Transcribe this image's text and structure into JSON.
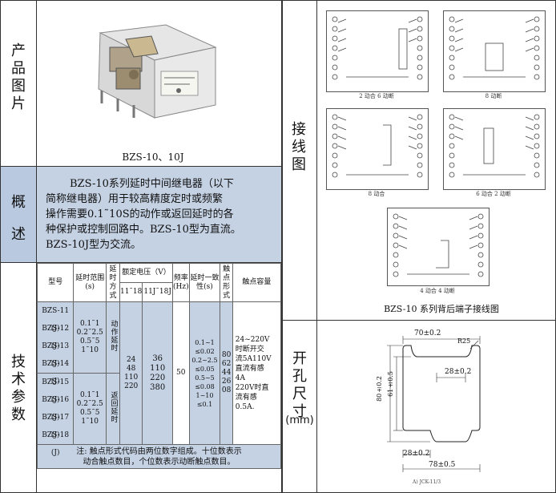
{
  "left": {
    "section_product_image": "产品图片",
    "product_caption": "BZS-10、10J",
    "section_overview": "概述",
    "overview_lines": [
      "BZS-10系列延时中间继电器（以下",
      "简称继电器）用于较高精度定时或频繁",
      "操作需要0.1˜10S的动作或返回延时的各",
      "种保护或控制回路中。BZS-10型为直流。",
      "BZS-10J型为交流。"
    ],
    "section_specs": "技术参数",
    "table": {
      "headers": {
        "model": "型号",
        "delay_range": "延时范围(s)",
        "delay_mode": "延时方式",
        "rated_voltage": "额定电压（V）",
        "voltage_dc": "11˜18",
        "voltage_ac": "11J˜18J",
        "frequency": "频率(Hz)",
        "delay_consistency": "延时一致性(s)",
        "contact_form": "触点形式",
        "contact_capacity": "触点容量"
      },
      "group1": {
        "models": [
          "BZS-11 (J)",
          "BZS-12 (J)",
          "BZS-13 (J)",
          "BZS-14 (J)"
        ],
        "ranges": [
          "0.1˜1",
          "0.2˜2.5",
          "0.5˜5",
          "1˜10"
        ],
        "mode": "动作延时"
      },
      "group2": {
        "models": [
          "BZS-15 (J)",
          "BZS-16 (J)",
          "BZS-17 (J)",
          "BZS-18 (J)"
        ],
        "ranges": [
          "0.1˜1",
          "0.2˜2.5",
          "0.5˜5",
          "1˜10"
        ],
        "mode": "返回延时"
      },
      "voltage_dc_values": [
        "24",
        "48",
        "110",
        "220"
      ],
      "voltage_ac_values": [
        "36",
        "110",
        "220",
        "380"
      ],
      "frequency_value": "50",
      "consistency_values": [
        "0.1~1",
        "≤0.02",
        "0.2~2.5",
        "≤0.05",
        "0.5~5",
        "≤0.08",
        "1~10",
        "≤0.1"
      ],
      "contact_forms": [
        "80",
        "62",
        "44",
        "26",
        "08"
      ],
      "capacity_lines": [
        "24~220V",
        "时断开交",
        "流5A110V",
        "直流有感",
        "4A",
        "220V时直",
        "流有感",
        "0.5A."
      ],
      "note_lines": [
        "注: 触点形式代码由两位数字组成。十位数表示",
        "动合触点数目，个位数表示动断触点数目。"
      ]
    }
  },
  "right": {
    "section_wiring": "接线图",
    "diagram_labels": [
      "2 动合 6 动断",
      "8 动断",
      "8 动合",
      "6 动合 2 动断",
      "4 动合 4 动断"
    ],
    "wiring_caption": "BZS-10 系列背后端子接线图",
    "section_cutout": "开孔尺寸",
    "cutout_unit": "(mm)",
    "dims": {
      "top": "70±0.2",
      "radius": "R25",
      "height_outer": "80±0.2",
      "height_inner": "61±0.5",
      "right_gap": "28±0.2",
      "bottom_gap": "28±0.2",
      "bottom": "78±0.5",
      "figure_label": "A) JCK-11/3"
    }
  }
}
